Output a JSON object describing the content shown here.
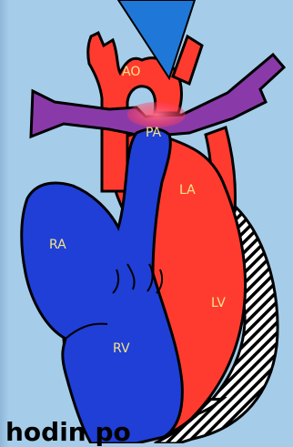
{
  "diagram": {
    "labels": {
      "ao": "AO",
      "pa": "PA",
      "la": "LA",
      "ra": "RA",
      "lv": "LV",
      "rv": "RV"
    },
    "caption": "hodin po"
  },
  "colors": {
    "background": "#a5cdea",
    "oxygenated": "#ff3b2f",
    "deoxygenated": "#1f3fd6",
    "pulmonary_artery": "#8a3aa8",
    "ductus_shunt": "#ff5570",
    "pointer": "#1f78d8",
    "outline": "#000000"
  }
}
